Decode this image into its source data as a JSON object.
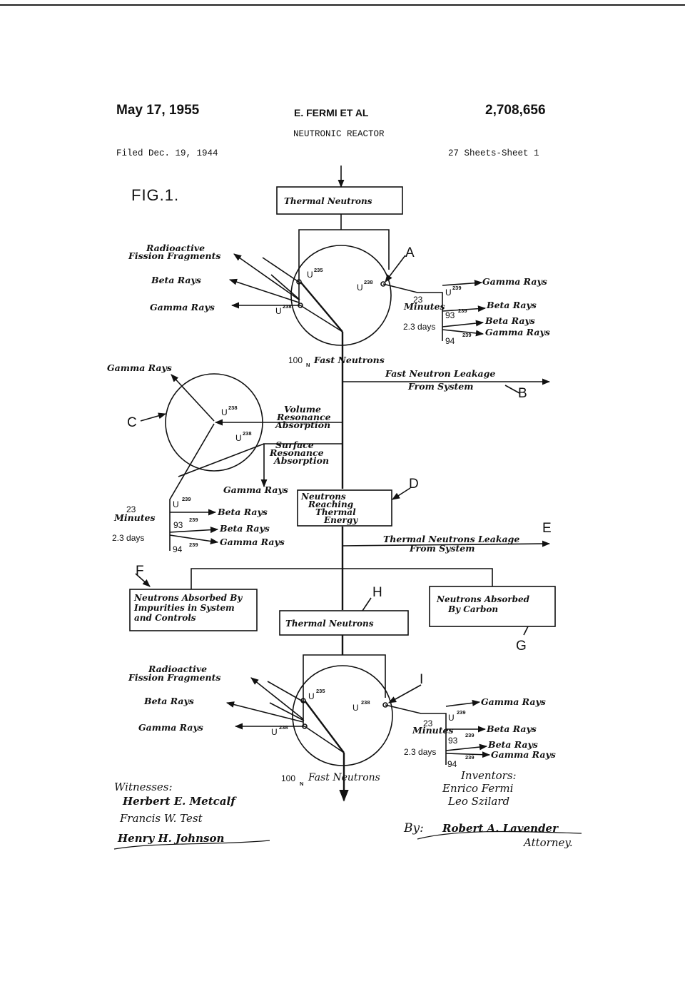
{
  "header": {
    "date": "May 17, 1955",
    "inventor": "E. FERMI ET AL",
    "patent_number": "2,708,656",
    "title": "NEUTRONIC REACTOR",
    "filed": "Filed Dec. 19, 1944",
    "sheets": "27 Sheets-Sheet 1",
    "figure": "FIG.1."
  },
  "labels": {
    "A": "A",
    "B": "B",
    "C": "C",
    "D": "D",
    "E": "E",
    "F": "F",
    "G": "G",
    "H": "H",
    "I": "I"
  },
  "boxes": {
    "thermal_top": "Thermal Neutrons",
    "thermal_mid": "Thermal Neutrons",
    "reaching_1": "Neutrons",
    "reaching_2": "Reaching",
    "reaching_3": "Thermal",
    "reaching_4": "Energy",
    "impurities_1": "Neutrons Absorbed By",
    "impurities_2": "Impurities in System",
    "impurities_3": "and Controls",
    "carbon_1": "Neutrons Absorbed",
    "carbon_2": "By Carbon"
  },
  "top_reactor": {
    "radioactive_1": "Radioactive",
    "radioactive_2": "Fission Fragments",
    "beta": "Beta Rays",
    "gamma": "Gamma Rays",
    "u235": "U",
    "u235_sup": "235",
    "u238a": "U",
    "u238a_sup": "238",
    "u238b": "U",
    "u238b_sup": "238",
    "gamma_right": "Gamma Rays",
    "u239": "U",
    "u239_sup": "239",
    "minutes_1": "23",
    "minutes_2": "Minutes",
    "el93": "93",
    "el93_sup": "239",
    "beta_right": "Beta Rays",
    "days": "2.3 days",
    "beta_right2": "Beta Rays",
    "el94": "94",
    "el94_sup": "239",
    "gamma_right2": "Gamma Rays"
  },
  "fast": {
    "fast_top_prefix": "100",
    "fast_top_sub": "N",
    "fast_top": "Fast Neutrons",
    "leak_1": "Fast Neutron Leakage",
    "leak_2": "From System"
  },
  "resonance": {
    "gamma": "Gamma Rays",
    "u238a": "U",
    "u238a_sup": "238",
    "u238b": "U",
    "u238b_sup": "238",
    "vol_1": "Volume",
    "vol_2": "Resonance",
    "vol_3": "Absorption",
    "surf_1": "Surface",
    "surf_2": "Resonance",
    "surf_3": "Absorption",
    "gamma_down": "Gamma Rays",
    "u239": "U",
    "u239_sup": "239",
    "minutes_1": "23",
    "minutes_2": "Minutes",
    "el93": "93",
    "el93_sup": "239",
    "beta1": "Beta Rays",
    "days": "2.3 days",
    "beta2": "Beta Rays",
    "el94": "94",
    "el94_sup": "239",
    "gamma2": "Gamma Rays"
  },
  "thermal_leak": {
    "line1": "Thermal Neutrons Leakage",
    "line2": "From System"
  },
  "bottom_reactor": {
    "radioactive_1": "Radioactive",
    "radioactive_2": "Fission Fragments",
    "beta": "Beta Rays",
    "gamma": "Gamma Rays",
    "u235": "U",
    "u235_sup": "235",
    "u238a": "U",
    "u238a_sup": "238",
    "u238b": "U",
    "u238b_sup": "238",
    "gamma_right": "Gamma Rays",
    "u239": "U",
    "u239_sup": "239",
    "minutes_1": "23",
    "minutes_2": "Minutes",
    "el93": "93",
    "el93_sup": "239",
    "beta_right": "Beta Rays",
    "days": "2.3 days",
    "beta_right2": "Beta Rays",
    "el94": "94",
    "el94_sup": "239",
    "gamma_right2": "Gamma Rays",
    "fast_prefix": "100",
    "fast_sub": "N",
    "fast": "Fast Neutrons"
  },
  "signatures": {
    "witnesses": "Witnesses:",
    "witness_1": "Herbert E. Metcalf",
    "witness_2": "Francis W. Test",
    "witness_3": "Henry H. Johnson",
    "inventors": "Inventors:",
    "inventor_1": "Enrico Fermi",
    "inventor_2": "Leo Szilard",
    "by": "By:",
    "attorney_name": "Robert A. Lavender",
    "attorney": "Attorney."
  }
}
